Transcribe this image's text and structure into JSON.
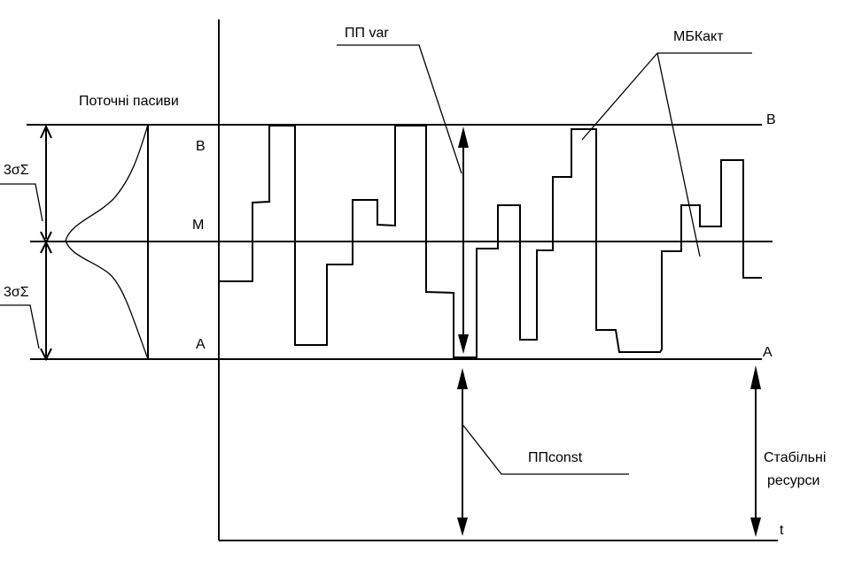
{
  "diagram": {
    "title": "Поточні пасиви",
    "levels": {
      "upper": "B",
      "middle": "M",
      "lower": "A"
    },
    "levels_right": {
      "upper": "B",
      "lower": "A"
    },
    "sigma_labels": [
      "3σΣ",
      "3σΣ"
    ],
    "callouts": {
      "var": "ПП var",
      "const": "ПП​const",
      "mbk": "МБКакт"
    },
    "stable_resources": [
      "Стабільні",
      "ресурси"
    ],
    "time_axis": "t",
    "colors": {
      "line": "#000000",
      "background": "#ffffff"
    }
  }
}
